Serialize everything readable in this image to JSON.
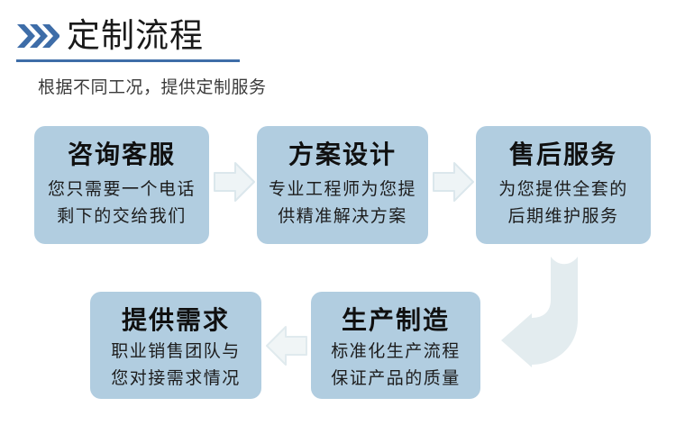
{
  "header": {
    "chevron_icon": "triple-chevron-right-icon",
    "title": "定制流程",
    "subtitle": "根据不同工况，提供定制服务",
    "accent_color": "#3e6da8",
    "rule_color": "#3e6da8"
  },
  "theme": {
    "card_bg": "#b1cde0",
    "card_title_color": "#101010",
    "card_body_color": "#1c1c1c",
    "arrow_fill": "#e8f0f2",
    "arrow_stroke": "#d6e4ea",
    "page_bg": "#ffffff"
  },
  "flow": {
    "steps": [
      {
        "id": "step-1",
        "title": "咨询客服",
        "lines": [
          "您只需要一个电话",
          "剩下的交给我们"
        ]
      },
      {
        "id": "step-2",
        "title": "方案设计",
        "lines": [
          "专业工程师为您提",
          "供精准解决方案"
        ]
      },
      {
        "id": "step-3",
        "title": "售后服务",
        "lines": [
          "为您提供全套的",
          "后期维护服务"
        ]
      },
      {
        "id": "step-4",
        "title": "提供需求",
        "lines": [
          "职业销售团队与",
          "您对接需求情况"
        ]
      },
      {
        "id": "step-5",
        "title": "生产制造",
        "lines": [
          "标准化生产流程",
          "保证产品的质量"
        ]
      }
    ],
    "connectors": [
      {
        "id": "connector-1",
        "icon": "arrow-right-icon",
        "direction": "right"
      },
      {
        "id": "connector-2",
        "icon": "arrow-right-icon",
        "direction": "right"
      },
      {
        "id": "connector-3",
        "icon": "arrow-left-icon",
        "direction": "left"
      },
      {
        "id": "connector-4",
        "icon": "arrow-uturn-down-left-icon",
        "direction": "down-left"
      }
    ]
  }
}
